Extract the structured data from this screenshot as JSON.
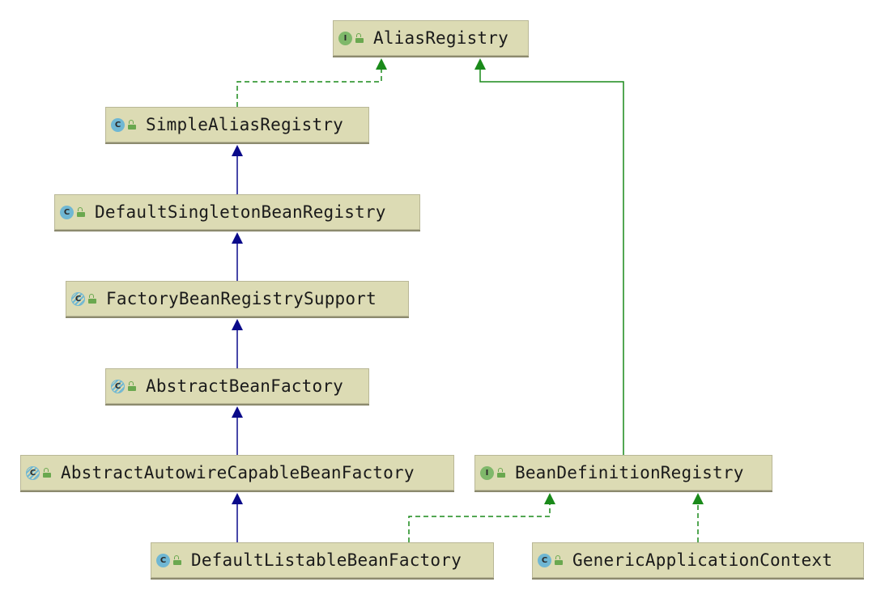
{
  "diagram": {
    "nodes": [
      {
        "id": "alias-registry",
        "label": "AliasRegistry",
        "kind": "interface",
        "icon_letter": "I"
      },
      {
        "id": "simple-alias-registry",
        "label": "SimpleAliasRegistry",
        "kind": "class",
        "icon_letter": "C"
      },
      {
        "id": "default-singleton-bean-registry",
        "label": "DefaultSingletonBeanRegistry",
        "kind": "class",
        "icon_letter": "C"
      },
      {
        "id": "factory-bean-registry-support",
        "label": "FactoryBeanRegistrySupport",
        "kind": "abstract",
        "icon_letter": "C"
      },
      {
        "id": "abstract-bean-factory",
        "label": "AbstractBeanFactory",
        "kind": "abstract",
        "icon_letter": "C"
      },
      {
        "id": "abstract-autowire-capable-bean-factory",
        "label": "AbstractAutowireCapableBeanFactory",
        "kind": "abstract",
        "icon_letter": "C"
      },
      {
        "id": "default-listable-bean-factory",
        "label": "DefaultListableBeanFactory",
        "kind": "class",
        "icon_letter": "C"
      },
      {
        "id": "bean-definition-registry",
        "label": "BeanDefinitionRegistry",
        "kind": "interface",
        "icon_letter": "I"
      },
      {
        "id": "generic-application-context",
        "label": "GenericApplicationContext",
        "kind": "class",
        "icon_letter": "C"
      }
    ],
    "edges": [
      {
        "from": "simple-alias-registry",
        "to": "alias-registry",
        "relation": "implements"
      },
      {
        "from": "default-singleton-bean-registry",
        "to": "simple-alias-registry",
        "relation": "extends"
      },
      {
        "from": "factory-bean-registry-support",
        "to": "default-singleton-bean-registry",
        "relation": "extends"
      },
      {
        "from": "abstract-bean-factory",
        "to": "factory-bean-registry-support",
        "relation": "extends"
      },
      {
        "from": "abstract-autowire-capable-bean-factory",
        "to": "abstract-bean-factory",
        "relation": "extends"
      },
      {
        "from": "default-listable-bean-factory",
        "to": "abstract-autowire-capable-bean-factory",
        "relation": "extends"
      },
      {
        "from": "default-listable-bean-factory",
        "to": "bean-definition-registry",
        "relation": "implements"
      },
      {
        "from": "generic-application-context",
        "to": "bean-definition-registry",
        "relation": "implements"
      },
      {
        "from": "bean-definition-registry",
        "to": "alias-registry",
        "relation": "extends-interface"
      }
    ],
    "colors": {
      "extends": "#0a0a8a",
      "implements": "#1a8a1a",
      "node_fill": "#dcdbb4",
      "class_icon": "#6fb7d3",
      "interface_icon": "#7fb86a"
    }
  }
}
